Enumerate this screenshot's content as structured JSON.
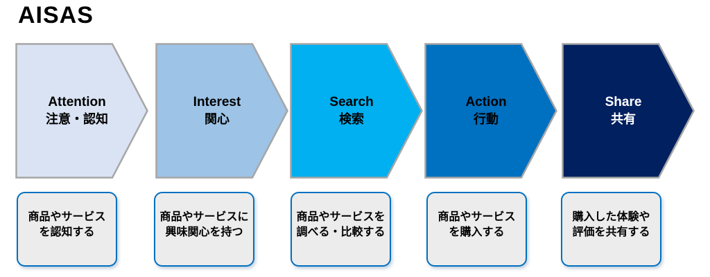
{
  "title": "AISAS",
  "colors": {
    "background": "#ffffff",
    "chevron_stroke": "#a6a6a6",
    "box_border": "#0070c0",
    "box_fill": "#ececec"
  },
  "stages": [
    {
      "en": "Attention",
      "ja": "注意・認知",
      "fill": "#dae3f3",
      "text_color": "#000000",
      "desc_line1": "商品やサービス",
      "desc_line2": "を認知する"
    },
    {
      "en": "Interest",
      "ja": "関心",
      "fill": "#9dc3e6",
      "text_color": "#000000",
      "desc_line1": "商品やサービスに",
      "desc_line2": "興味関心を持つ"
    },
    {
      "en": "Search",
      "ja": "検索",
      "fill": "#00b0f0",
      "text_color": "#000000",
      "desc_line1": "商品やサービスを",
      "desc_line2": "調べる・比較する"
    },
    {
      "en": "Action",
      "ja": "行動",
      "fill": "#0070c0",
      "text_color": "#000000",
      "desc_line1": "商品やサービス",
      "desc_line2": "を購入する"
    },
    {
      "en": "Share",
      "ja": "共有",
      "fill": "#002060",
      "text_color": "#ffffff",
      "desc_line1": "購入した体験や",
      "desc_line2": "評価を共有する"
    }
  ]
}
